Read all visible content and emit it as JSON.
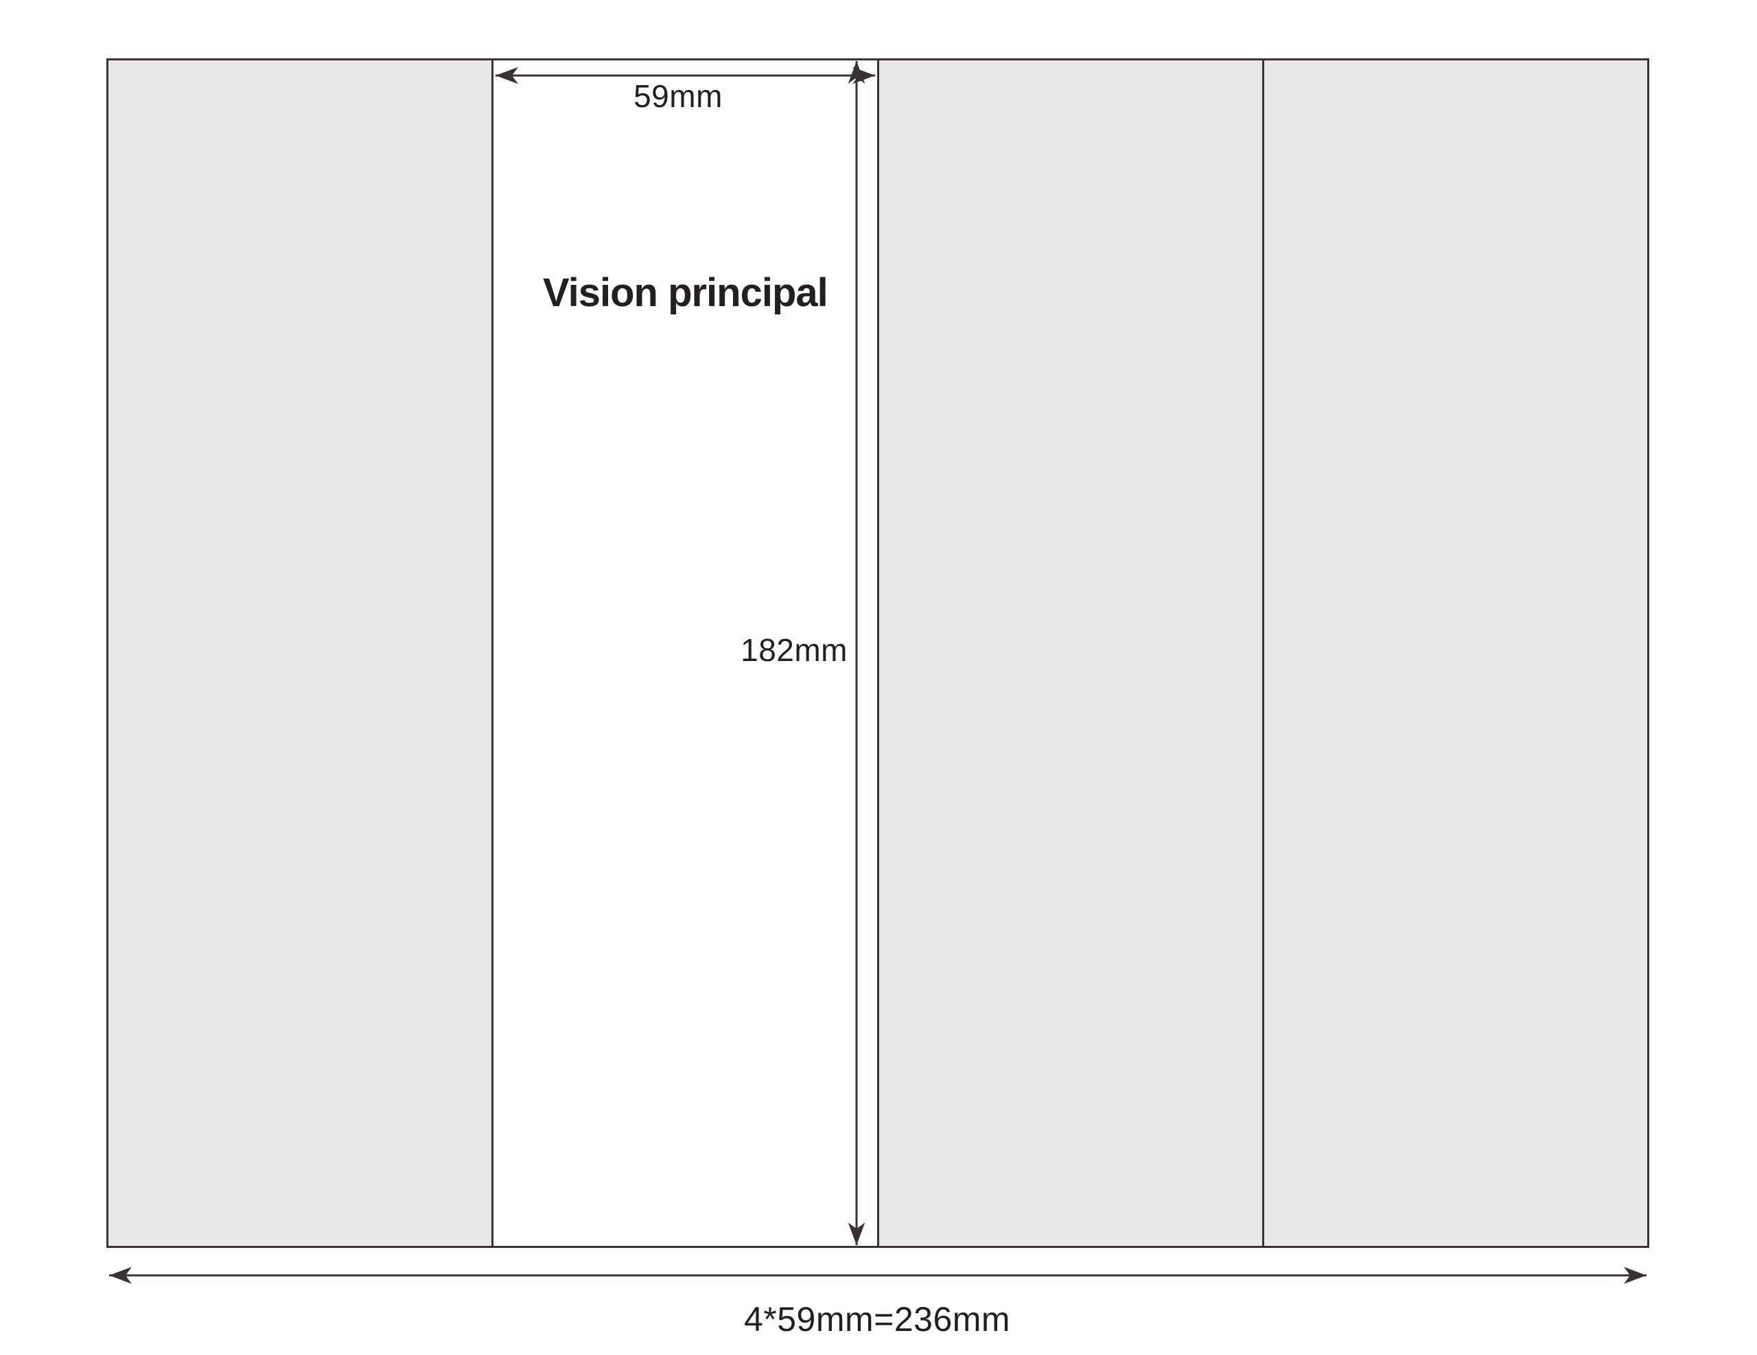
{
  "colors": {
    "background": "#ffffff",
    "panel_gray": "#e9e8e8",
    "panel_white": "#ffffff",
    "line": "#3a3134",
    "text": "#231f20"
  },
  "panels": [
    {
      "id": 1,
      "fill": "gray",
      "label": ""
    },
    {
      "id": 2,
      "fill": "white",
      "label": "Vision principal"
    },
    {
      "id": 3,
      "fill": "gray",
      "label": ""
    },
    {
      "id": 4,
      "fill": "gray",
      "label": ""
    }
  ],
  "dimensions": {
    "panel_width": "59mm",
    "panel_height": "182mm",
    "total_width": "4*59mm=236mm"
  }
}
